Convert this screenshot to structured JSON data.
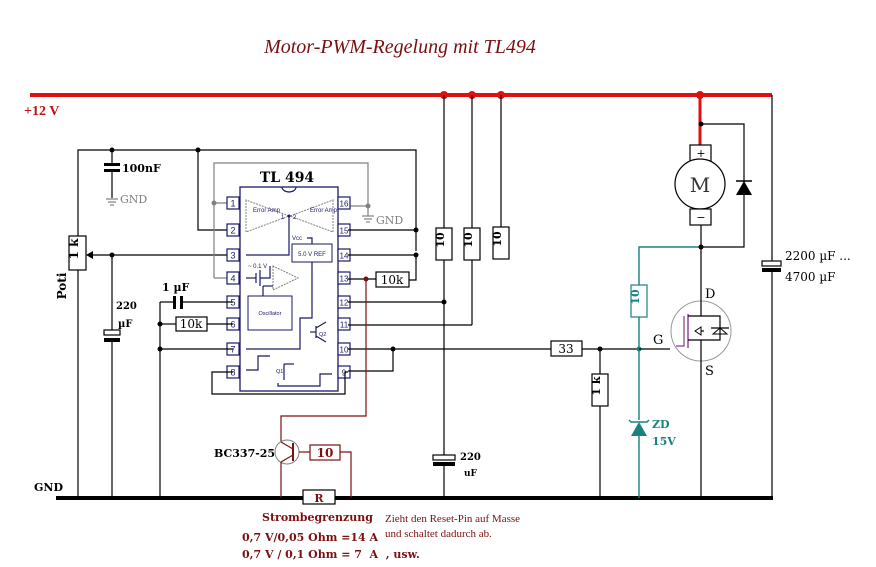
{
  "title": "Motor-PWM-Regelung mit TL494",
  "rails": {
    "supply_label": "+12 V",
    "ground_label": "GND"
  },
  "colors": {
    "title": "#7a1010",
    "supply_rail": "#e01010",
    "current_limit": "#7a1010",
    "gate_protection": "#1a8080",
    "ic_body": "#1a1a66",
    "gnd_grey": "#808080"
  },
  "ic": {
    "name": "TL 494",
    "pins_left": [
      "1",
      "2",
      "3",
      "4",
      "5",
      "6",
      "7",
      "8"
    ],
    "pins_right": [
      "16",
      "15",
      "14",
      "13",
      "12",
      "11",
      "10",
      "9"
    ],
    "blocks": {
      "error_amp_label": "Error Amp",
      "amp1_num": "1",
      "amp2_num": "2",
      "vcc": "Vcc",
      "ref": "5.0 V REF",
      "deadtime": "~ 0.1 V",
      "oscillator": "Oscillator",
      "q1": "Q1",
      "q2": "Q2"
    },
    "gnd_label": "GND"
  },
  "components": {
    "c_decouple": "100nF",
    "c_decouple_gnd": "GND",
    "poti_value": "1 k",
    "poti_label": "Poti",
    "c_poti_value": "220",
    "c_poti_unit": "µF",
    "c_timing": "1 µF",
    "r_timing": "10k",
    "r_pin13": "10k",
    "r_pullup_1": "10",
    "r_pullup_2": "10",
    "r_pullup_3": "10",
    "c_ref_value": "220",
    "c_ref_unit": "uF",
    "r_gate": "33",
    "r_gate_pulldown": "1 k",
    "r_gate_zener": "10",
    "zener_label": "ZD",
    "zener_value": "15V",
    "motor": "M",
    "motor_plus": "+",
    "motor_minus": "−",
    "mosfet_d": "D",
    "mosfet_g": "G",
    "mosfet_s": "S",
    "c_bulk_1": "2200 µF ...",
    "c_bulk_2": "4700 µF",
    "transistor": "BC337-25",
    "r_base": "10",
    "r_sense": "R"
  },
  "notes": {
    "current_limit_title": "Strombegrenzung",
    "calc_1": "0,7 V/0,05 Ohm =14 A",
    "calc_2": "0,7 V / 0,1 Ohm = 7  A  , usw.",
    "reset_note_1": "Zieht den Reset-Pin auf Masse",
    "reset_note_2": "und schaltet dadurch ab."
  }
}
